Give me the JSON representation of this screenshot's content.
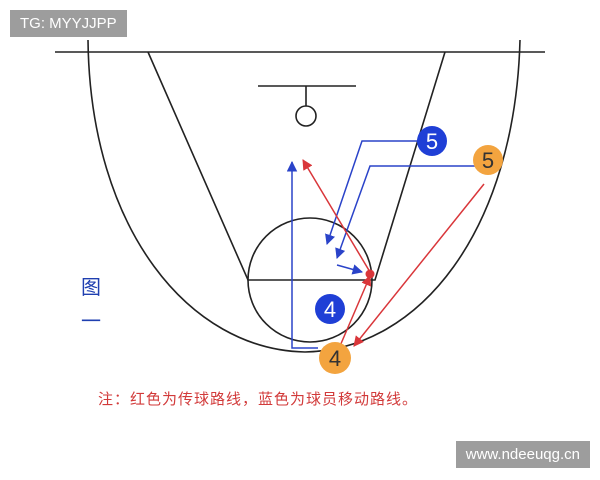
{
  "watermarks": {
    "top_left": "TG: MYYJJPP",
    "bottom_right": "www.ndeeuqg.cn"
  },
  "figure_label": [
    "图",
    "一"
  ],
  "note": "注：红色为传球路线，蓝色为球员移动路线。",
  "players": [
    {
      "id": "blue-5",
      "number": "5",
      "team": "blue"
    },
    {
      "id": "orange-5",
      "number": "5",
      "team": "orange"
    },
    {
      "id": "blue-4",
      "number": "4",
      "team": "blue"
    },
    {
      "id": "orange-4",
      "number": "4",
      "team": "orange"
    }
  ],
  "colors": {
    "blue_team": "#1f3fd6",
    "orange_team": "#f3a43f",
    "pass_path": "#d9363a",
    "move_path": "#2a43c9",
    "court_lines": "#222222"
  }
}
